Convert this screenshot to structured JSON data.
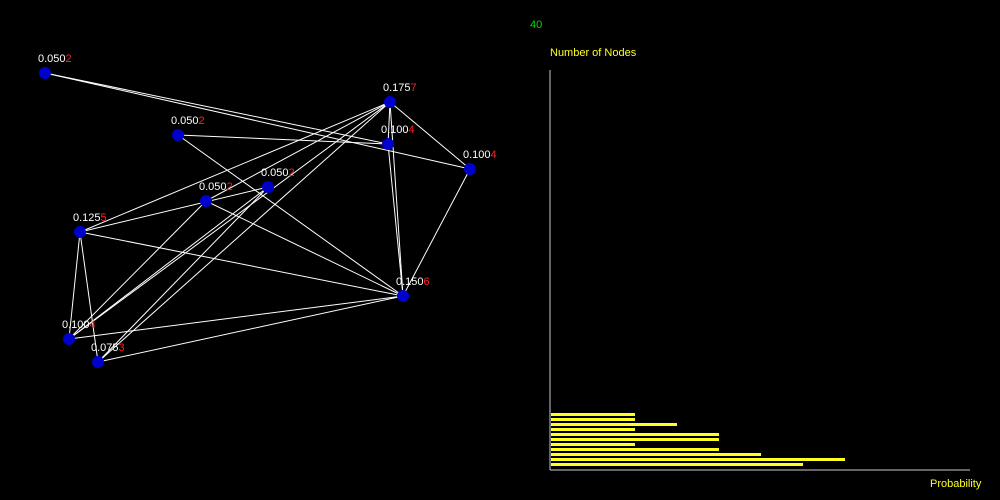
{
  "counter": "40",
  "colors": {
    "background": "#000000",
    "node": "#0000cc",
    "edge": "#ffffff",
    "probability_text": "#ffffff",
    "degree_text": "#ff2020",
    "counter": "#00dd00",
    "histogram": "#ffff22",
    "axis": "#cccccc"
  },
  "histogram": {
    "title": "Number of Nodes",
    "xlabel": "Probability",
    "bars": [
      0.2,
      0.2,
      0.3,
      0.2,
      0.4,
      0.4,
      0.2,
      0.4,
      0.5,
      0.7,
      0.6
    ]
  },
  "nodes": [
    {
      "id": "n1",
      "probability": "0.050",
      "degree": "2"
    },
    {
      "id": "n2",
      "probability": "0.175",
      "degree": "7"
    },
    {
      "id": "n3",
      "probability": "0.050",
      "degree": "2"
    },
    {
      "id": "n4",
      "probability": "0.100",
      "degree": "4"
    },
    {
      "id": "n5",
      "probability": "0.100",
      "degree": "4"
    },
    {
      "id": "n6",
      "probability": "0.050",
      "degree": "2"
    },
    {
      "id": "n7",
      "probability": "0.050",
      "degree": "2"
    },
    {
      "id": "n8",
      "probability": "0.125",
      "degree": "5"
    },
    {
      "id": "n9",
      "probability": "0.150",
      "degree": "6"
    },
    {
      "id": "n10",
      "probability": "0.100",
      "degree": "4"
    },
    {
      "id": "n11",
      "probability": "0.075",
      "degree": "3"
    }
  ],
  "edges": [
    [
      "n1",
      "n4"
    ],
    [
      "n1",
      "n5"
    ],
    [
      "n3",
      "n4"
    ],
    [
      "n3",
      "n9"
    ],
    [
      "n2",
      "n4"
    ],
    [
      "n2",
      "n5"
    ],
    [
      "n2",
      "n9"
    ],
    [
      "n2",
      "n8"
    ],
    [
      "n2",
      "n10"
    ],
    [
      "n2",
      "n11"
    ],
    [
      "n2",
      "n7"
    ],
    [
      "n4",
      "n9"
    ],
    [
      "n5",
      "n9"
    ],
    [
      "n6",
      "n10"
    ],
    [
      "n6",
      "n11"
    ],
    [
      "n7",
      "n10"
    ],
    [
      "n7",
      "n9"
    ],
    [
      "n8",
      "n9"
    ],
    [
      "n8",
      "n10"
    ],
    [
      "n8",
      "n11"
    ],
    [
      "n8",
      "n6"
    ],
    [
      "n9",
      "n10"
    ],
    [
      "n9",
      "n11"
    ]
  ]
}
